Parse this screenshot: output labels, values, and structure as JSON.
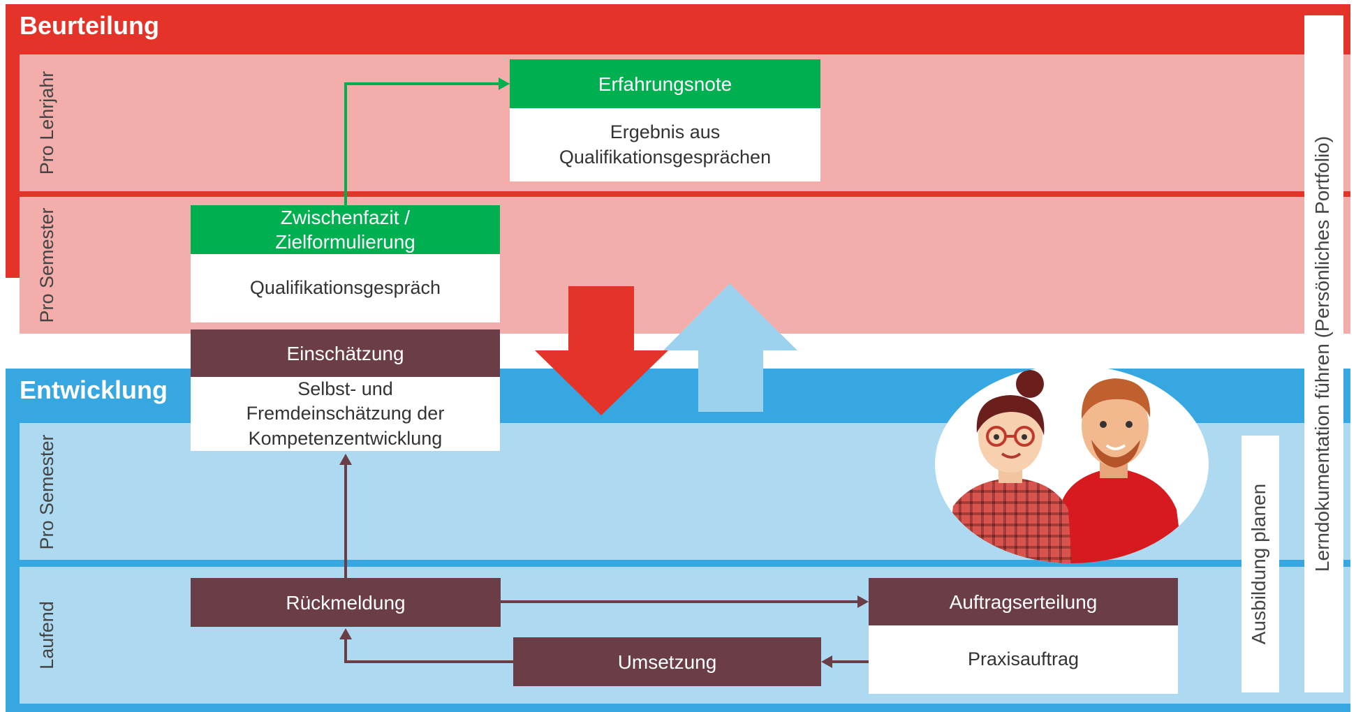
{
  "colors": {
    "beurteilung_red": "#e4342a",
    "beurteilung_row_fill": "#f3aeab",
    "entwicklung_blue": "#36a7e0",
    "entwicklung_row_fill": "#aedaf1",
    "green": "#00b050",
    "maroon": "#6b3d46",
    "arrow_up": "#9dd2ee"
  },
  "beurteilung": {
    "title": "Beurteilung",
    "rows": [
      "Pro Lehrjahr",
      "Pro Semester"
    ]
  },
  "entwicklung": {
    "title": "Entwicklung",
    "rows": [
      "Pro Semester",
      "Laufend"
    ]
  },
  "boxes": {
    "erfahrungsnote": {
      "head": "Erfahrungsnote",
      "body": "Ergebnis aus\nQualifikationsgesprächen"
    },
    "zwischenfazit": {
      "head": "Zwischenfazit /\nZielformulierung",
      "body": "Qualifikationsgespräch"
    },
    "einschaetzung": {
      "head": "Einschätzung",
      "body": "Selbst- und\nFremdeinschätzung der\nKompetenzentwicklung"
    },
    "rueckmeldung": {
      "head": "Rückmeldung"
    },
    "auftragserteilung": {
      "head": "Auftragserteilung",
      "body": "Praxisauftrag"
    },
    "umsetzung": {
      "head": "Umsetzung"
    }
  },
  "side": {
    "ausbildung": "Ausbildung planen",
    "lerndokumentation": "Lerndokumentation führen (Persönliches Portfolio)"
  },
  "illustration": {
    "icon": "two-people-avatar-icon"
  }
}
